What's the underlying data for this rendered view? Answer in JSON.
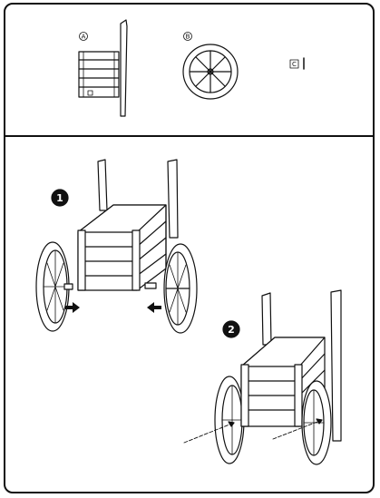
{
  "parts": [
    {
      "label": "A",
      "name": "side-panel-with-handle"
    },
    {
      "label": "B",
      "name": "wheel"
    },
    {
      "label": "C",
      "name": "bolt"
    }
  ],
  "steps": [
    {
      "number": "1"
    },
    {
      "number": "2"
    }
  ]
}
